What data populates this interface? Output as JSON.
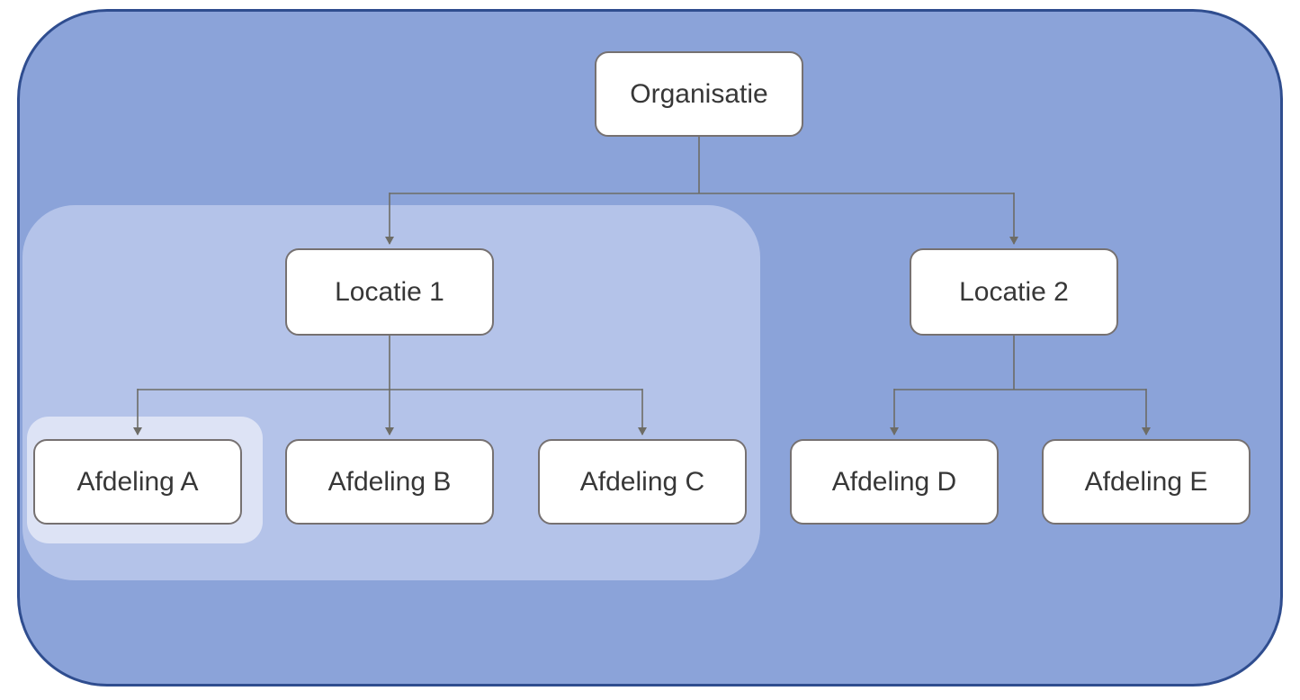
{
  "diagram": {
    "type": "org-chart",
    "language": "nl",
    "hierarchy": {
      "label": "Organisatie",
      "children": [
        {
          "label": "Locatie 1",
          "grouped": true,
          "children": [
            {
              "label": "Afdeling A",
              "highlighted": true
            },
            {
              "label": "Afdeling B"
            },
            {
              "label": "Afdeling C"
            }
          ]
        },
        {
          "label": "Locatie 2",
          "children": [
            {
              "label": "Afdeling D"
            },
            {
              "label": "Afdeling E"
            }
          ]
        }
      ]
    }
  },
  "colors": {
    "canvas_background": "#ffffff",
    "organization_fill": "#8ba3d9",
    "organization_border": "#2f4d8f",
    "group_fill": "#b4c3e9",
    "highlight_fill": "#dde3f5",
    "node_fill": "#ffffff",
    "node_border": "#767171",
    "connector": "#6d6c66",
    "text": "#373737"
  }
}
